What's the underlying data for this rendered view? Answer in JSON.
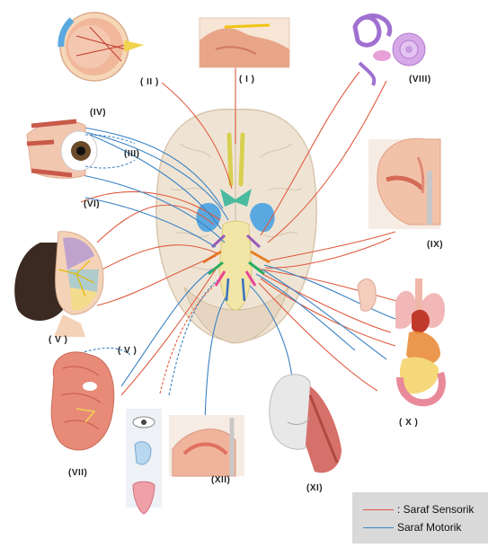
{
  "labels": {
    "n1": "( I )",
    "n2": "( II )",
    "n3": "(III)",
    "n4": "(IV)",
    "n5": "( V )",
    "n5_branch": "( V )",
    "n6": "(VI)",
    "n7": "(VII)",
    "n8": "(VIII)",
    "n9": "(IX)",
    "n10": "( X )",
    "n11": "(XI)",
    "n12": "(XII)"
  },
  "legend": {
    "sensory_label": ": Saraf Sensorik",
    "motor_label": "Saraf Motorik"
  },
  "colors": {
    "sensory": "#e05a3f",
    "motor": "#3a82c4",
    "legend_bg": "#d9d9d9"
  }
}
